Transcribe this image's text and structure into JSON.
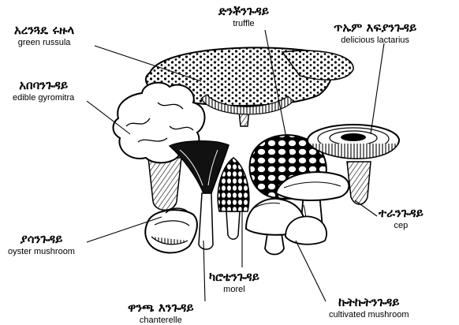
{
  "labels": {
    "green_russula": {
      "amharic": "አረንጓዴ ሩዙላ",
      "english": "green russula"
    },
    "truffle": {
      "amharic": "ድንቾንጉዳይ",
      "english": "truffle"
    },
    "delicious_lactarius": {
      "amharic": "ጥኡም እፍያንጉዳይ",
      "english": "delicious lactarius"
    },
    "edible_gyromitra": {
      "amharic": "አበባንጉዳይ",
      "english": "edible gyromitra"
    },
    "cep": {
      "amharic": "ተራንጉዳይ",
      "english": "cep"
    },
    "oyster_mushroom": {
      "amharic": "ያሳንጉዳይ",
      "english": "oyster mushroom"
    },
    "morel": {
      "amharic": "ካሮቴንጉዳይ",
      "english": "morel"
    },
    "chanterelle": {
      "amharic": "ዋንጫ እንጉዳይ",
      "english": "chanterelle"
    },
    "cultivated_mushroom": {
      "amharic": "ኩትኩትንጉዳይ",
      "english": "cultivated mushroom"
    }
  },
  "colors": {
    "ink": "#000000",
    "paper": "#ffffff"
  }
}
